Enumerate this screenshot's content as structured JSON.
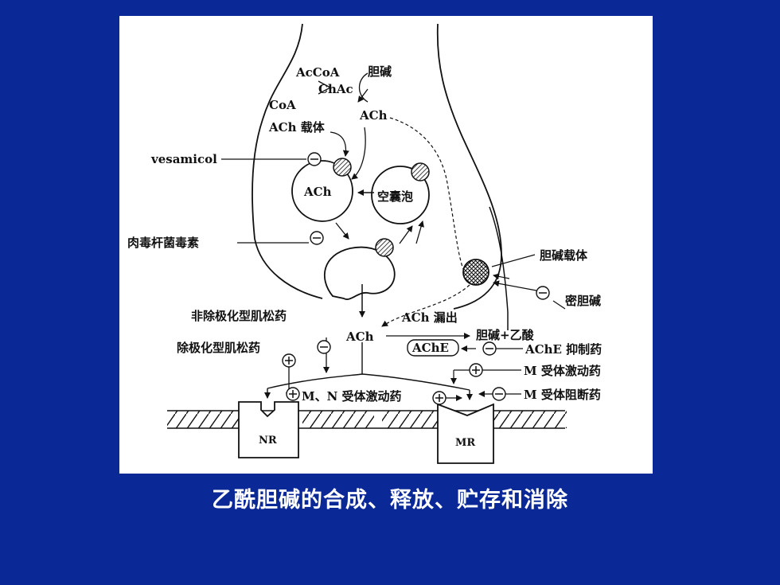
{
  "caption": "乙酰胆碱的合成、释放、贮存和消除",
  "labels": {
    "accoa": "AcCoA",
    "chac": "ChAc",
    "coa": "CoA",
    "choline": "胆碱",
    "ach_carrier": "ACh 载体",
    "ach_top": "ACh",
    "vesamicol": "vesamicol",
    "ach_vesicle": "ACh",
    "empty_vesicle": "空囊泡",
    "botulinum": "肉毒杆菌毒素",
    "choline_carrier": "胆碱载体",
    "hemicholinium": "密胆碱",
    "nondepolarizing": "非除极化型肌松药",
    "ach_leak": "ACh 漏出",
    "depolarizing": "除极化型肌松药",
    "ach_cleft": "ACh",
    "choline_acetate": "胆碱+乙酸",
    "ache": "AChE",
    "ache_inhibitor": "AChE 抑制药",
    "m_agonist": "M 受体激动药",
    "mn_agonist": "M、N 受体激动药",
    "m_antagonist": "M 受体阻断药",
    "nr": "NR",
    "mr": "MR"
  }
}
